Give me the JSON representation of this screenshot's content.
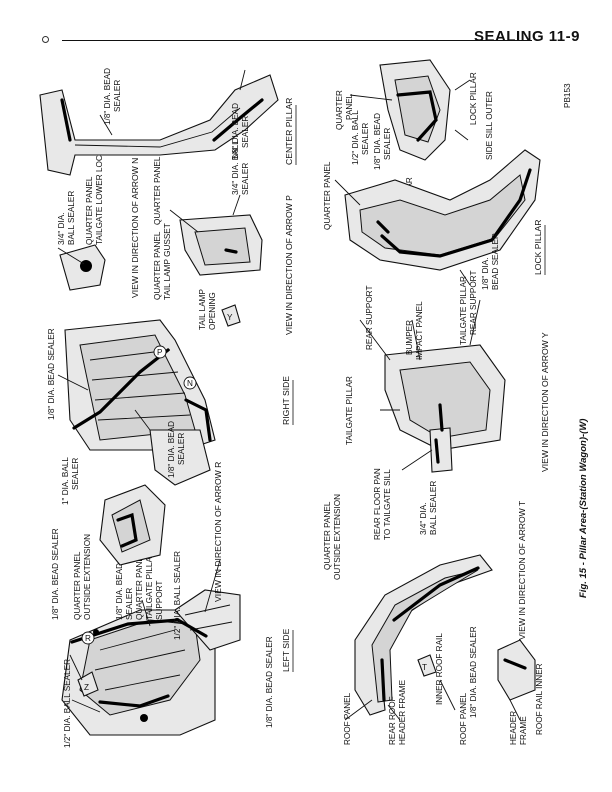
{
  "header": {
    "title": "SEALING 11-9"
  },
  "ref": "PB153",
  "caption": "Fig. 15 - Pillar Area-(Station Wagon)-(W)",
  "views": {
    "left_side": "LEFT SIDE",
    "right_side": "RIGHT SIDE",
    "center_pillar": "CENTER PILLAR",
    "lock_pillar": "LOCK PILLAR",
    "arrow_r": "VIEW IN DIRECTION OF ARROW R",
    "arrow_n": "VIEW IN DIRECTION OF ARROW N",
    "arrow_p": "VIEW IN DIRECTION OF ARROW P",
    "arrow_y": "VIEW IN DIRECTION OF ARROW Y",
    "arrow_t": "VIEW IN DIRECTION OF ARROW T"
  },
  "labels": {
    "ball_1_2_a": "1/2\" DIA. BALL SEALER",
    "bead_1_8_left_bottom": "1/8\" DIA. BEAD SEALER",
    "bead_1_8_left_top": "1/8\" DIA. BEAD SEALER",
    "quarter_ext_a": "QUARTER PANEL",
    "quarter_ext_b": "OUTSIDE EXTENSION",
    "bead_1_8_c1": "1/8\" DIA. BEAD",
    "bead_1_8_c2": "SEALER",
    "qp_tail_a": "QUARTER PANEL",
    "qp_tail_b": "TAILGATE PILLAR",
    "qp_tail_c": "SUPPORT",
    "ball_1_2_b": "1/2\" DIA. BALL SEALER",
    "ball_1_a": "1\" DIA. BALL",
    "ball_1_b": "SEALER",
    "bead_1_8_right_top": "1/8\" DIA. BEAD SEALER",
    "bead_1_8_right_a": "1/8\" DIA. BEAD",
    "bead_1_8_right_b": "SEALER",
    "ball_3_4_a1": "3/4\" DIA.",
    "ball_3_4_a2": "BALL SEALER",
    "qp_lower_lock_a": "QUARTER PANEL",
    "qp_lower_lock_b": "TAILGATE LOWER LOCK",
    "qp_n": "QUARTER PANEL",
    "ball_3_4_b1": "3/4\" DIA. BALL",
    "ball_3_4_b2": "SEALER",
    "qp_gusset_a": "QUARTER PANEL",
    "qp_gusset_b": "TAIL LAMP GUSSET",
    "tail_lamp_a": "TAIL LAMP",
    "tail_lamp_b": "OPENING",
    "bead_cp_1": "1/8\" DIA. BEAD",
    "bead_cp_2": "SEALER",
    "bead_cp_3": "1/8\" DIA. BEAD",
    "bead_cp_4": "SEALER",
    "quarter_lp_a": "QUARTER",
    "quarter_lp_b": "PANEL",
    "ball_lp_1": "1/2\" DIA. BALL",
    "ball_lp_2": "SEALER",
    "bead_lp_1": "1/8\" DIA. BEAD",
    "bead_lp_2": "SEALER",
    "lock_pillar_1": "LOCK PILLAR",
    "lock_pillar_2": "LOCK PILLAR",
    "quarter_panel_lp": "QUARTER PANEL",
    "side_sill": "SIDE SILL OUTER",
    "tailgate_pillar_support_a": "TAILGATE PILLAR",
    "tailgate_pillar_support_b": "REAR SUPPORT",
    "bead_y_a": "1/8\" DIA.",
    "bead_y_b": "BEAD SEALER",
    "rear_support": "REAR SUPPORT",
    "bumper_a": "BUMPER",
    "bumper_b": "IMPACT PANEL",
    "tailgate_pillar": "TAILGATE PILLAR",
    "rear_floor_a": "REAR FLOOR PAN",
    "rear_floor_b": "TO TAILGATE SILL",
    "ball_y_a": "3/4\" DIA.",
    "ball_y_b": "BALL SEALER",
    "qp_ext_t_a": "QUARTER PANEL",
    "qp_ext_t_b": "OUTSIDE EXTENSION",
    "roof_panel_a": "ROOF PANEL",
    "rear_roof_a": "REAR ROOF",
    "rear_roof_b": "HEADER FRAME",
    "inner_roof_rail_a": "INNER ROOF RAIL",
    "roof_panel_b": "ROOF PANEL",
    "bead_t_a": "1/8\" DIA. BEAD SEALER",
    "header_frame_a": "HEADER",
    "header_frame_b": "FRAME",
    "roof_rail_inner": "ROOF RAIL INNER",
    "arrow_letters": [
      "R",
      "N",
      "P",
      "Y",
      "T",
      "Z"
    ]
  }
}
